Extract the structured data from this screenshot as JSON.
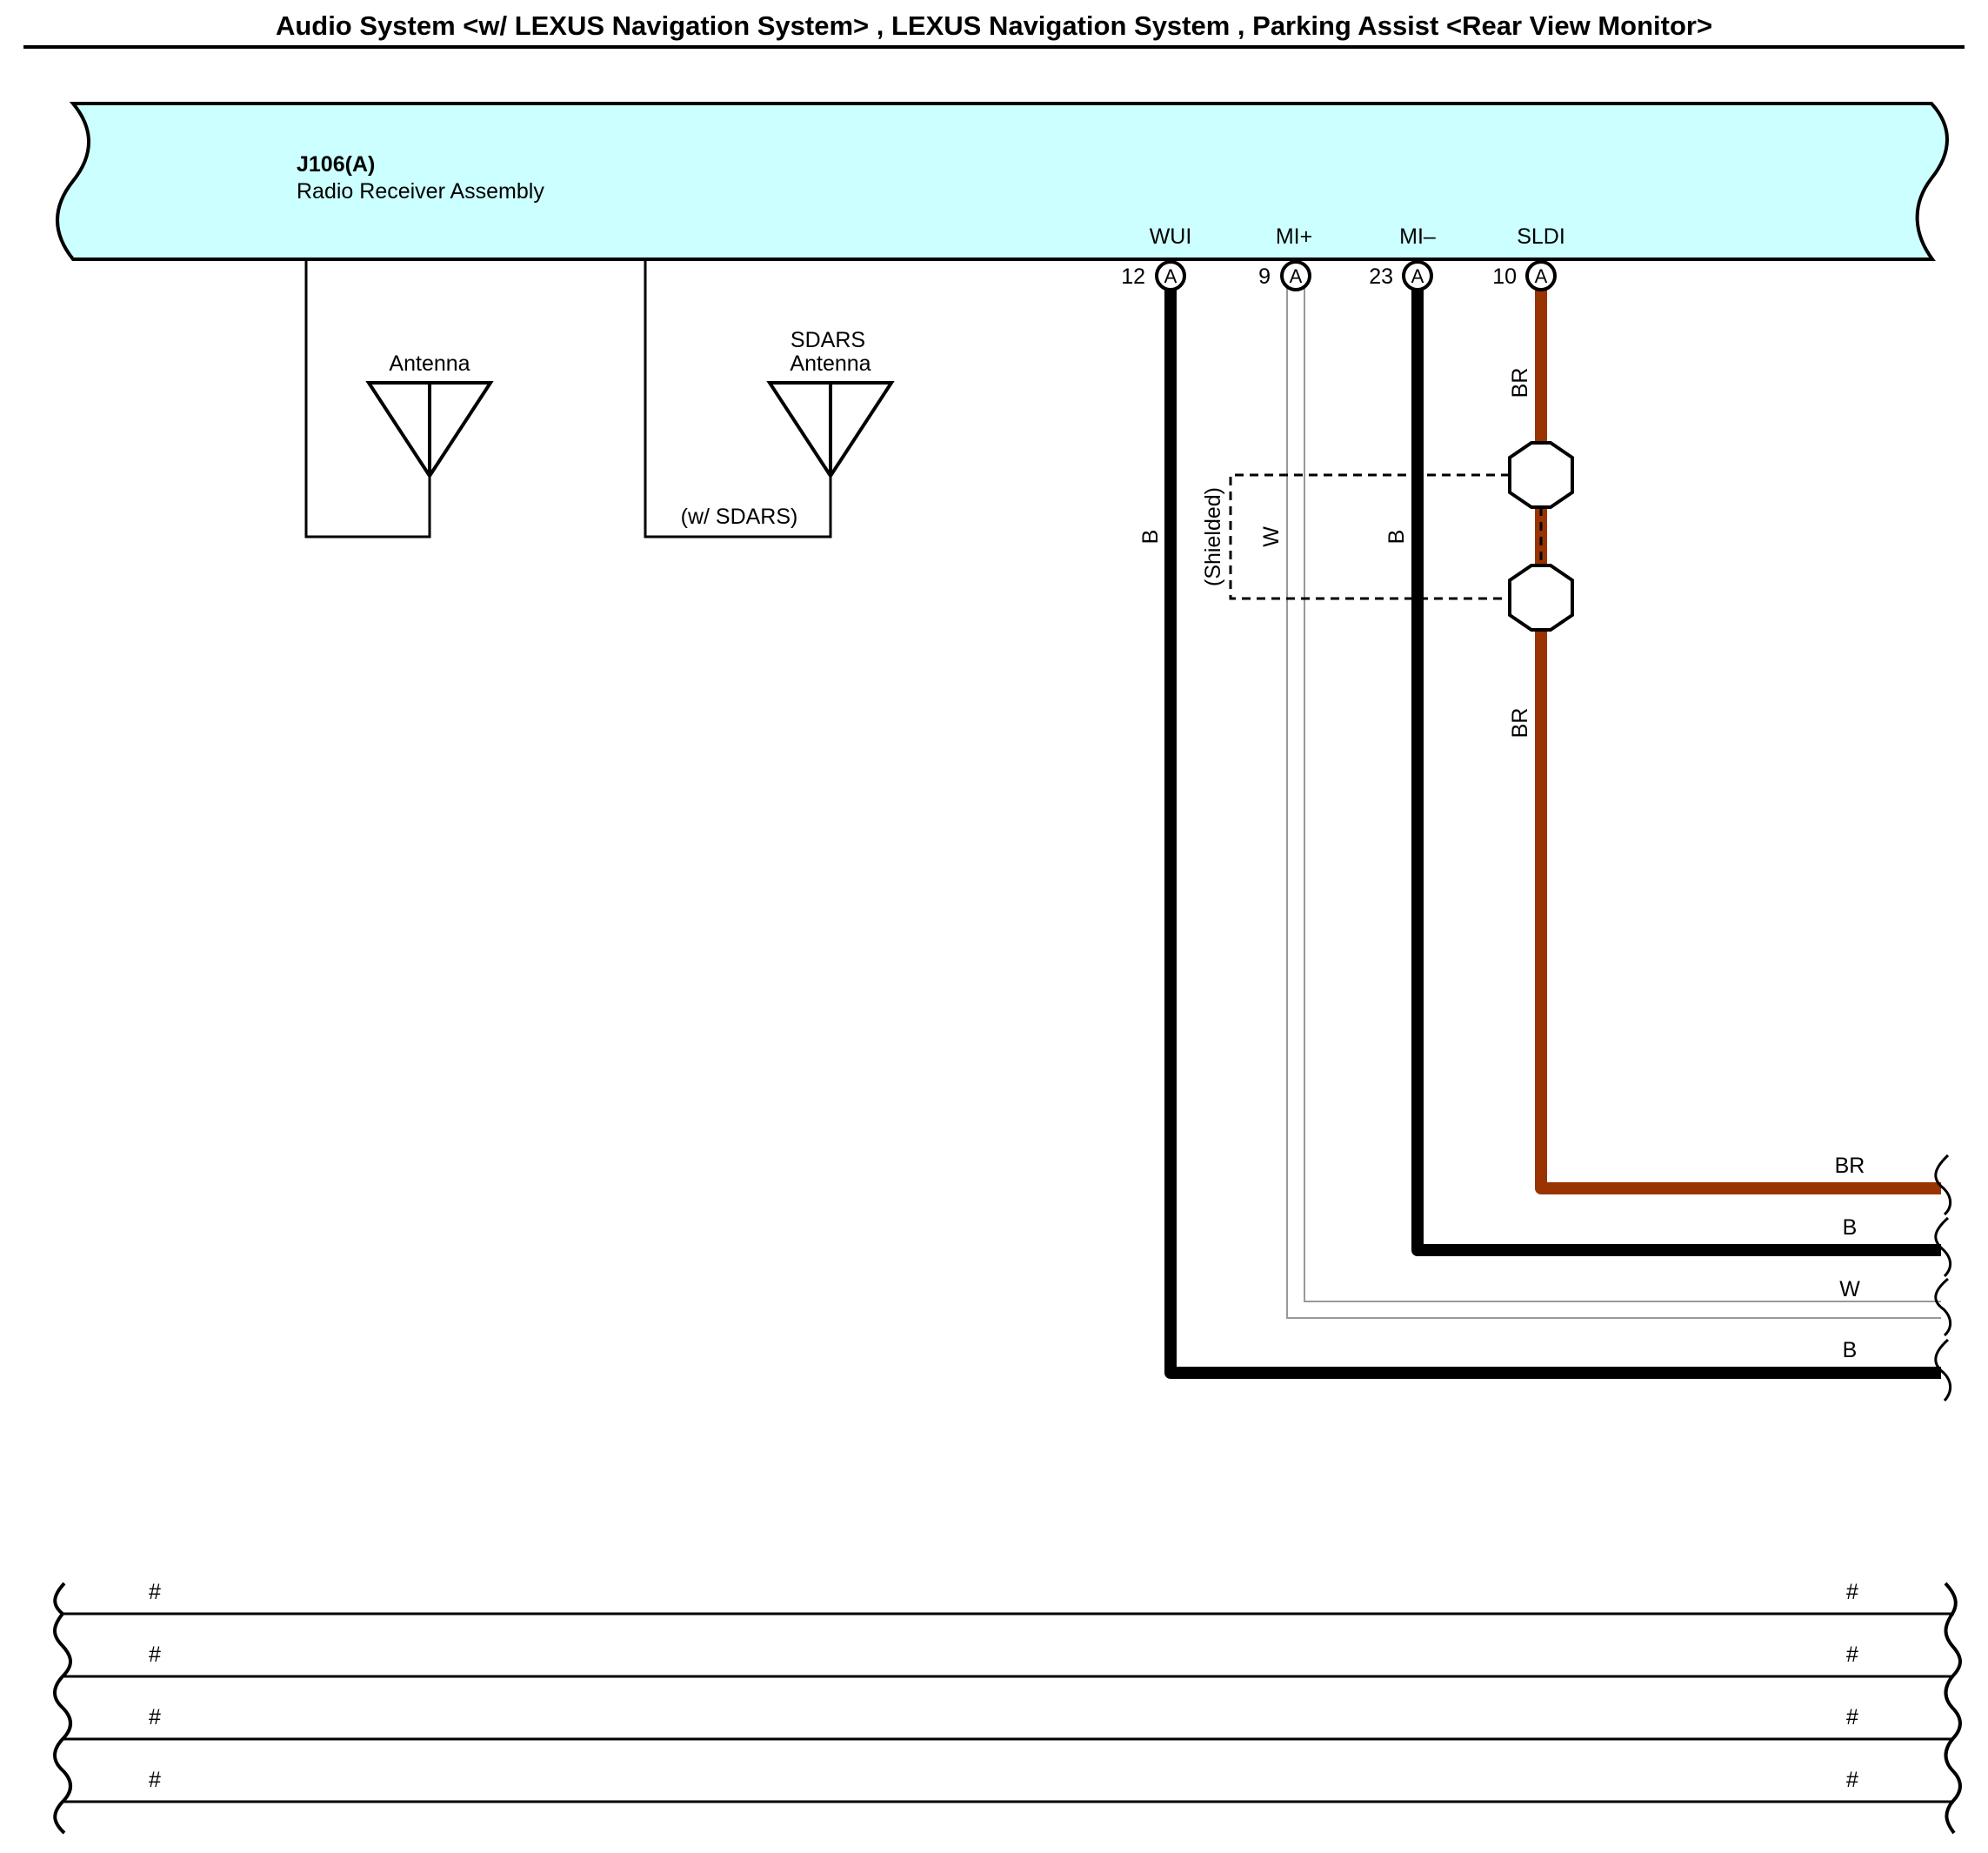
{
  "title": "Audio System <w/ LEXUS Navigation System> , LEXUS Navigation System , Parking Assist <Rear View Monitor>",
  "colors": {
    "component_fill": "#ccffff",
    "wire_brown": "#993300",
    "wire_black": "#000000",
    "wire_white": "#999999",
    "line": "#000000"
  },
  "component": {
    "code": "J106(A)",
    "name": "Radio Receiver Assembly"
  },
  "antennas": [
    {
      "label_lines": [
        "Antenna"
      ],
      "note": ""
    },
    {
      "label_lines": [
        "SDARS",
        "Antenna"
      ],
      "note": "(w/ SDARS)"
    }
  ],
  "pins": [
    {
      "name": "WUI",
      "number": "12",
      "connector": "A",
      "wire_color_code": "B",
      "wire": "black"
    },
    {
      "name": "MI+",
      "number": "9",
      "connector": "A",
      "wire_color_code": "W",
      "wire": "white"
    },
    {
      "name": "MI–",
      "number": "23",
      "connector": "A",
      "wire_color_code": "B",
      "wire": "black"
    },
    {
      "name": "SLDI",
      "number": "10",
      "connector": "A",
      "wire_color_code": "BR",
      "wire": "brown"
    }
  ],
  "shield_label": "(Shielded)",
  "sldi_segment_labels": [
    "BR",
    "BR"
  ],
  "exit_wire_labels": [
    "BR",
    "B",
    "W",
    "B"
  ],
  "bus_rows": [
    {
      "left": "#",
      "right": "#"
    },
    {
      "left": "#",
      "right": "#"
    },
    {
      "left": "#",
      "right": "#"
    },
    {
      "left": "#",
      "right": "#"
    }
  ]
}
